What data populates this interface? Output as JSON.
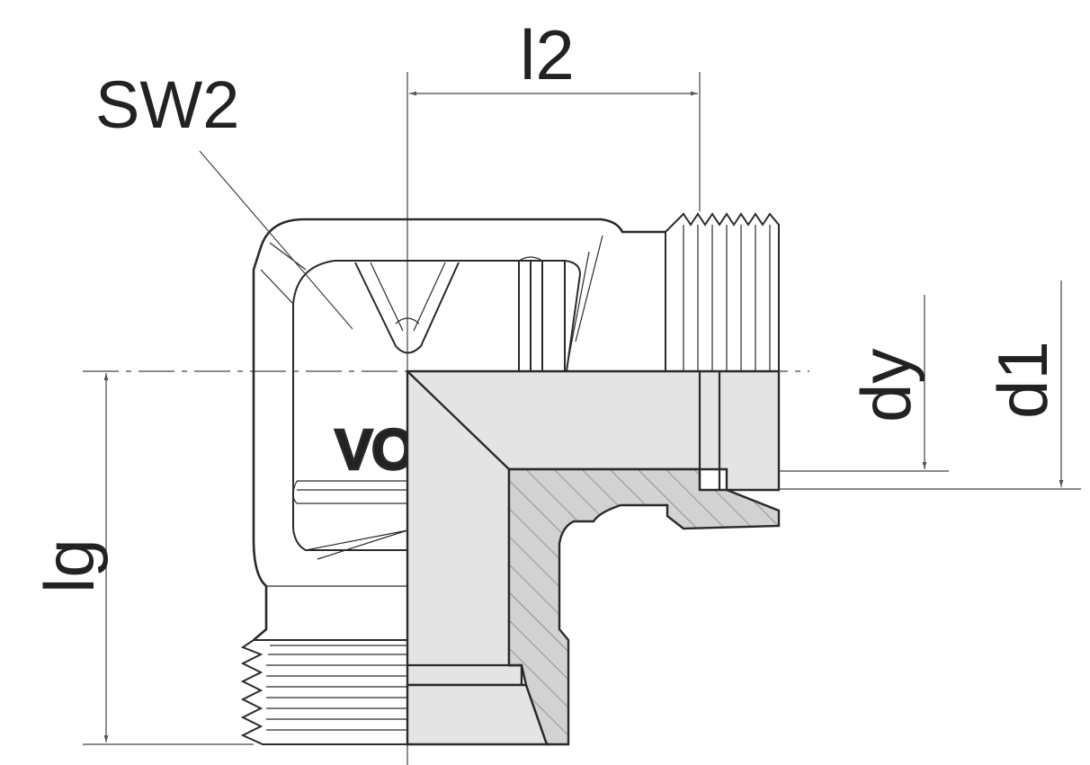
{
  "labels": {
    "l2": "l2",
    "sw2": "SW2",
    "dy": "dy",
    "d1": "d1",
    "lg": "lg",
    "brand_mark": "VO"
  },
  "colors": {
    "line": "#2a2a2a",
    "section_fill": "#e2e2e2",
    "hatch_fill": "#d0d0d0",
    "background": "#ffffff"
  }
}
